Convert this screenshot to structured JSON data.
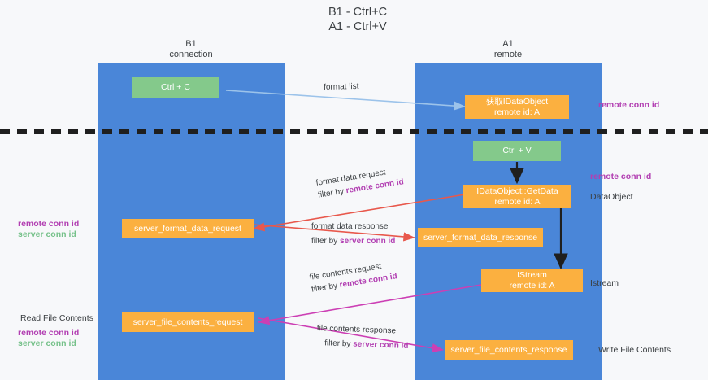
{
  "title": {
    "line1": "B1 - Ctrl+C",
    "line2": "A1 - Ctrl+V"
  },
  "lanes": [
    {
      "id": "b1",
      "name": "B1",
      "sub": "connection"
    },
    {
      "id": "a1",
      "name": "A1",
      "sub": "remote"
    }
  ],
  "nodes": {
    "ctrl_c": {
      "label": "Ctrl + C",
      "color": "#84c98b"
    },
    "ctrl_v": {
      "label": "Ctrl + V",
      "color": "#84c98b"
    },
    "get_idataobject": {
      "line1": "获取IDataObject",
      "line2": "remote id: A",
      "color": "#fbb040"
    },
    "getdata": {
      "line1": "IDataObject::GetData",
      "line2": "remote id: A",
      "color": "#fbb040"
    },
    "istream": {
      "line1": "IStream",
      "line2": "remote id: A",
      "color": "#fbb040"
    },
    "server_format_data_request": {
      "label": "server_format_data_request",
      "color": "#fbb040"
    },
    "server_format_data_response": {
      "label": "server_format_data_response",
      "color": "#fbb040"
    },
    "server_file_contents_request": {
      "label": "server_file_contents_request",
      "color": "#fbb040"
    },
    "server_file_contents_response": {
      "label": "server_file_contents_response",
      "color": "#fbb040"
    }
  },
  "edges": {
    "format_list": {
      "label": "format list"
    },
    "format_data_request": {
      "label": "format data request",
      "filter_prefix": "filter by ",
      "filter_key": "remote conn id"
    },
    "format_data_response": {
      "label": "format data response",
      "filter_prefix": "filter by ",
      "filter_key": "server conn id"
    },
    "file_contents_request": {
      "label": "file contents request",
      "filter_prefix": "filter by ",
      "filter_key": "remote conn id"
    },
    "file_contents_response": {
      "label": "file contents response",
      "filter_prefix": "filter by ",
      "filter_key": "server conn id"
    }
  },
  "right_labels": {
    "remote_conn_id_top": "remote conn id",
    "remote_conn_id_mid": "remote conn id",
    "dataobject": "DataObject",
    "istream": "Istream",
    "write_file_contents": "Write File Contents"
  },
  "left_labels": {
    "remote_conn_id_mid": "remote conn id",
    "server_conn_id_mid": "server conn id",
    "read_file_contents": "Read File Contents",
    "remote_conn_id_bottom": "remote conn id",
    "server_conn_id_bottom": "server conn id"
  },
  "colors": {
    "lane": "#4a86d8",
    "green_node": "#84c98b",
    "orange_node": "#fbb040",
    "purple_key": "#b23fb2",
    "green_key": "#76c18a",
    "arrow_blue": "#9cc3ea",
    "arrow_red": "#e8584c",
    "arrow_magenta": "#cc3fb4",
    "arrow_black": "#222222",
    "divider": "#1f1f1f",
    "background": "#f7f8fa"
  }
}
